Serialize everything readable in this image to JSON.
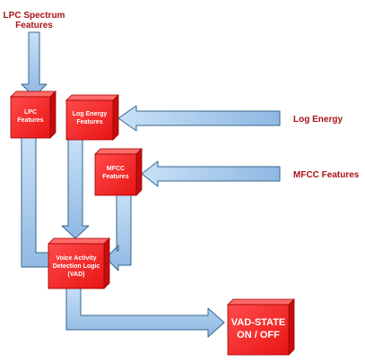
{
  "diagram": {
    "colors": {
      "arrow_fill": "#a9ccf0",
      "arrow_stroke": "#34668f",
      "box_fill": "#ff2a2a",
      "box_stroke": "#a00000",
      "external_label": "#a8121a"
    },
    "external_inputs": {
      "lpc_spectrum_line1": "LPC Spectrum",
      "lpc_spectrum_line2": "Features",
      "log_energy": "Log Energy",
      "mfcc_features": "MFCC Features"
    },
    "boxes": {
      "lpc_features": {
        "line1": "LPC",
        "line2": "Features"
      },
      "log_energy_features": {
        "line1": "Log Energy",
        "line2": "Features"
      },
      "mfcc_features": {
        "line1": "MFCC",
        "line2": "Features"
      },
      "vad": {
        "line1": "Voice Activity",
        "line2": "Detection Logic",
        "line3": "(VAD)"
      },
      "vad_state": {
        "line1": "VAD-STATE",
        "line2": "ON / OFF"
      }
    }
  }
}
